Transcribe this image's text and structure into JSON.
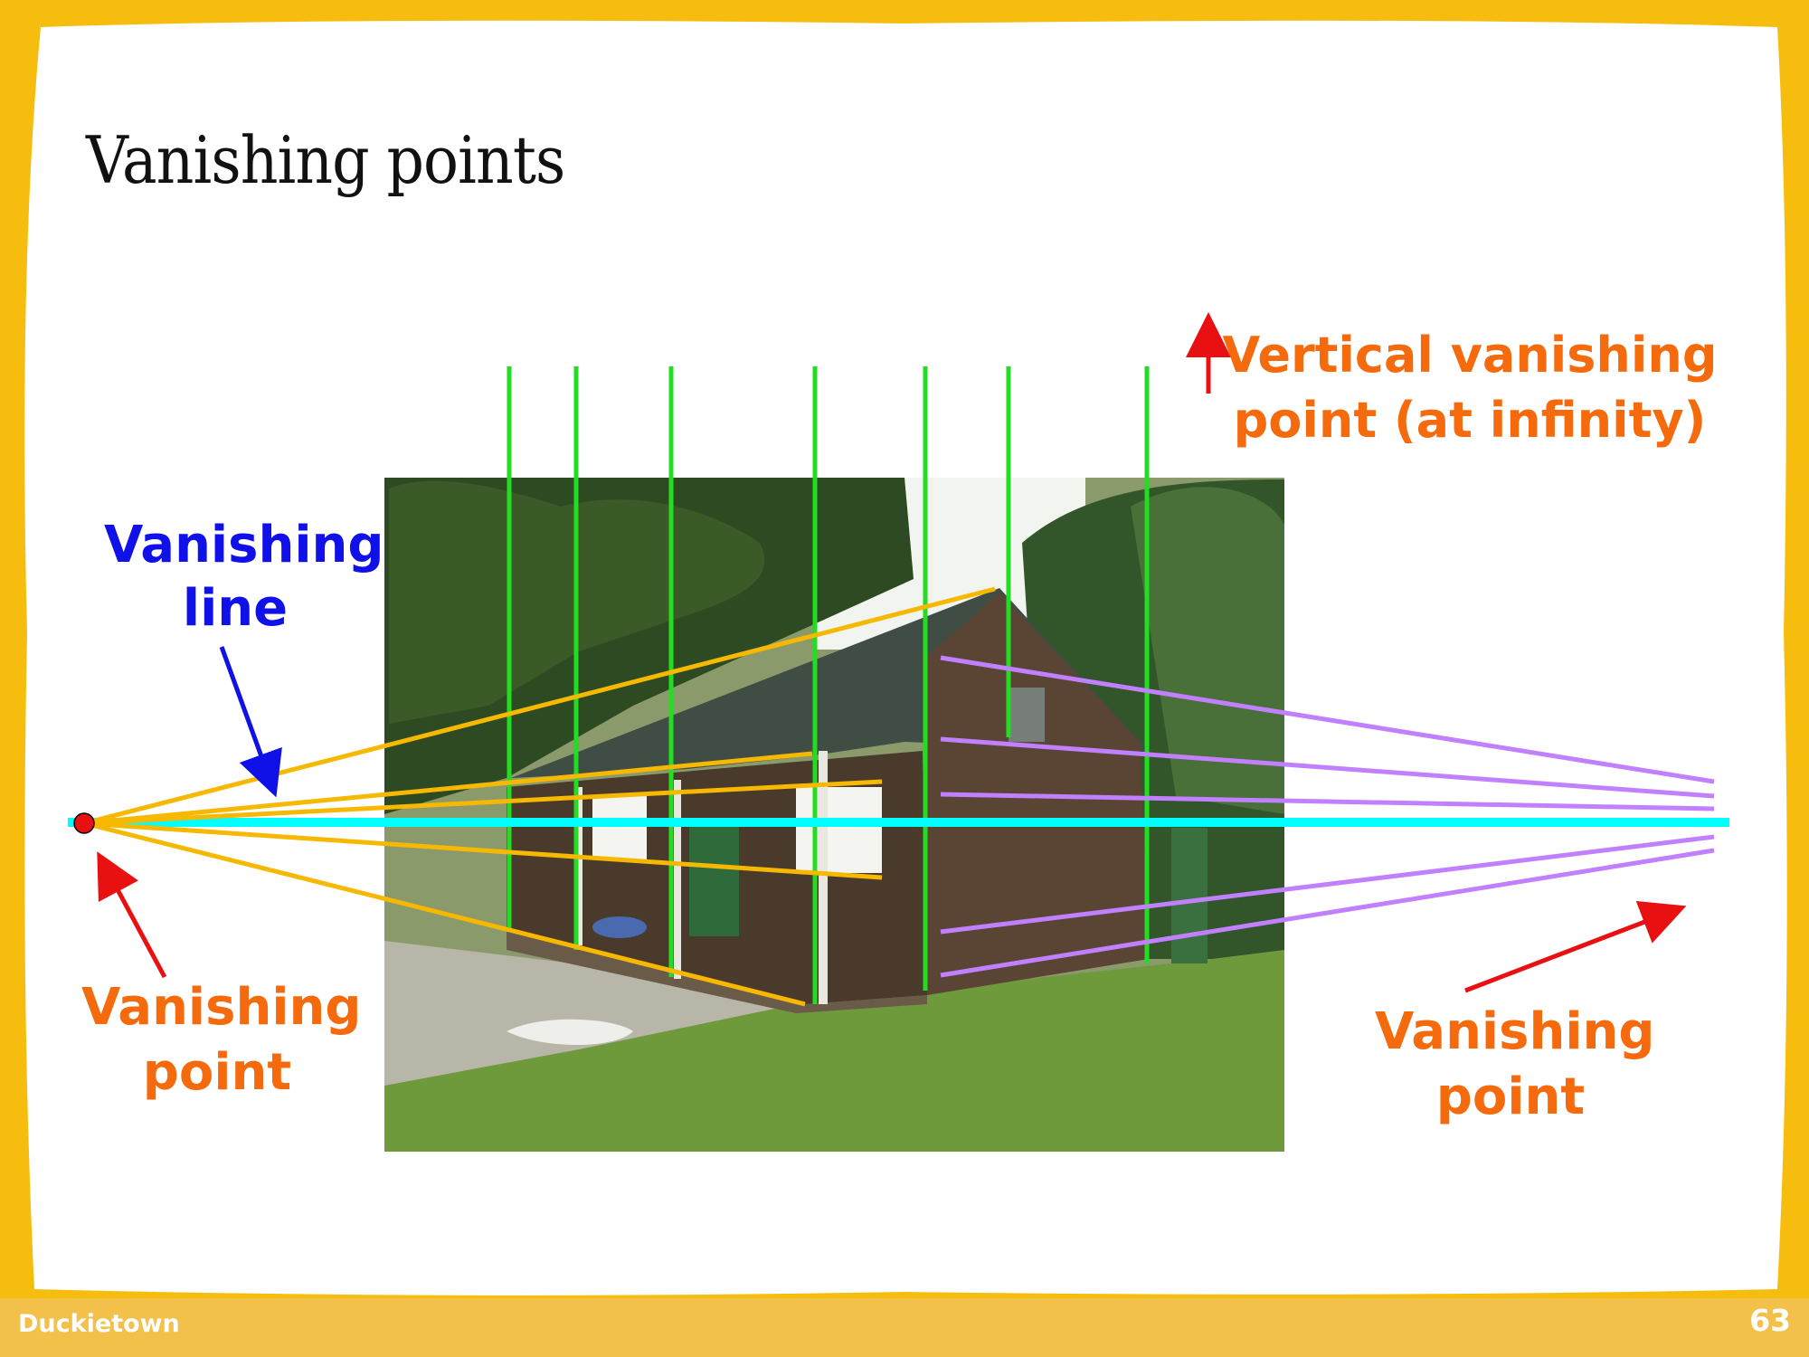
{
  "slide": {
    "title": "Vanishing points",
    "footer_brand": "Duckietown",
    "page_number": "63"
  },
  "labels": {
    "vanishing_line": "Vanishing line",
    "left_vanishing_point": "Vanishing point",
    "right_vanishing_point": "Vanishing point",
    "vertical_vanishing_point": "Vertical vanishing point (at infinity)"
  },
  "colors": {
    "frame": "#f6bd0e",
    "panel": "#ffffff",
    "title": "#111111",
    "label_orange": "#f56a0c",
    "label_blue": "#1010e8",
    "horizon_line": "#00ffff",
    "vertical_lines": "#22dd22",
    "left_perspective_lines": "#f6b800",
    "right_perspective_lines": "#c080ff",
    "arrows": "#e81010",
    "vanishing_point_dot": "#e81010"
  },
  "photo": {
    "subject": "wooden-shed-photo"
  }
}
